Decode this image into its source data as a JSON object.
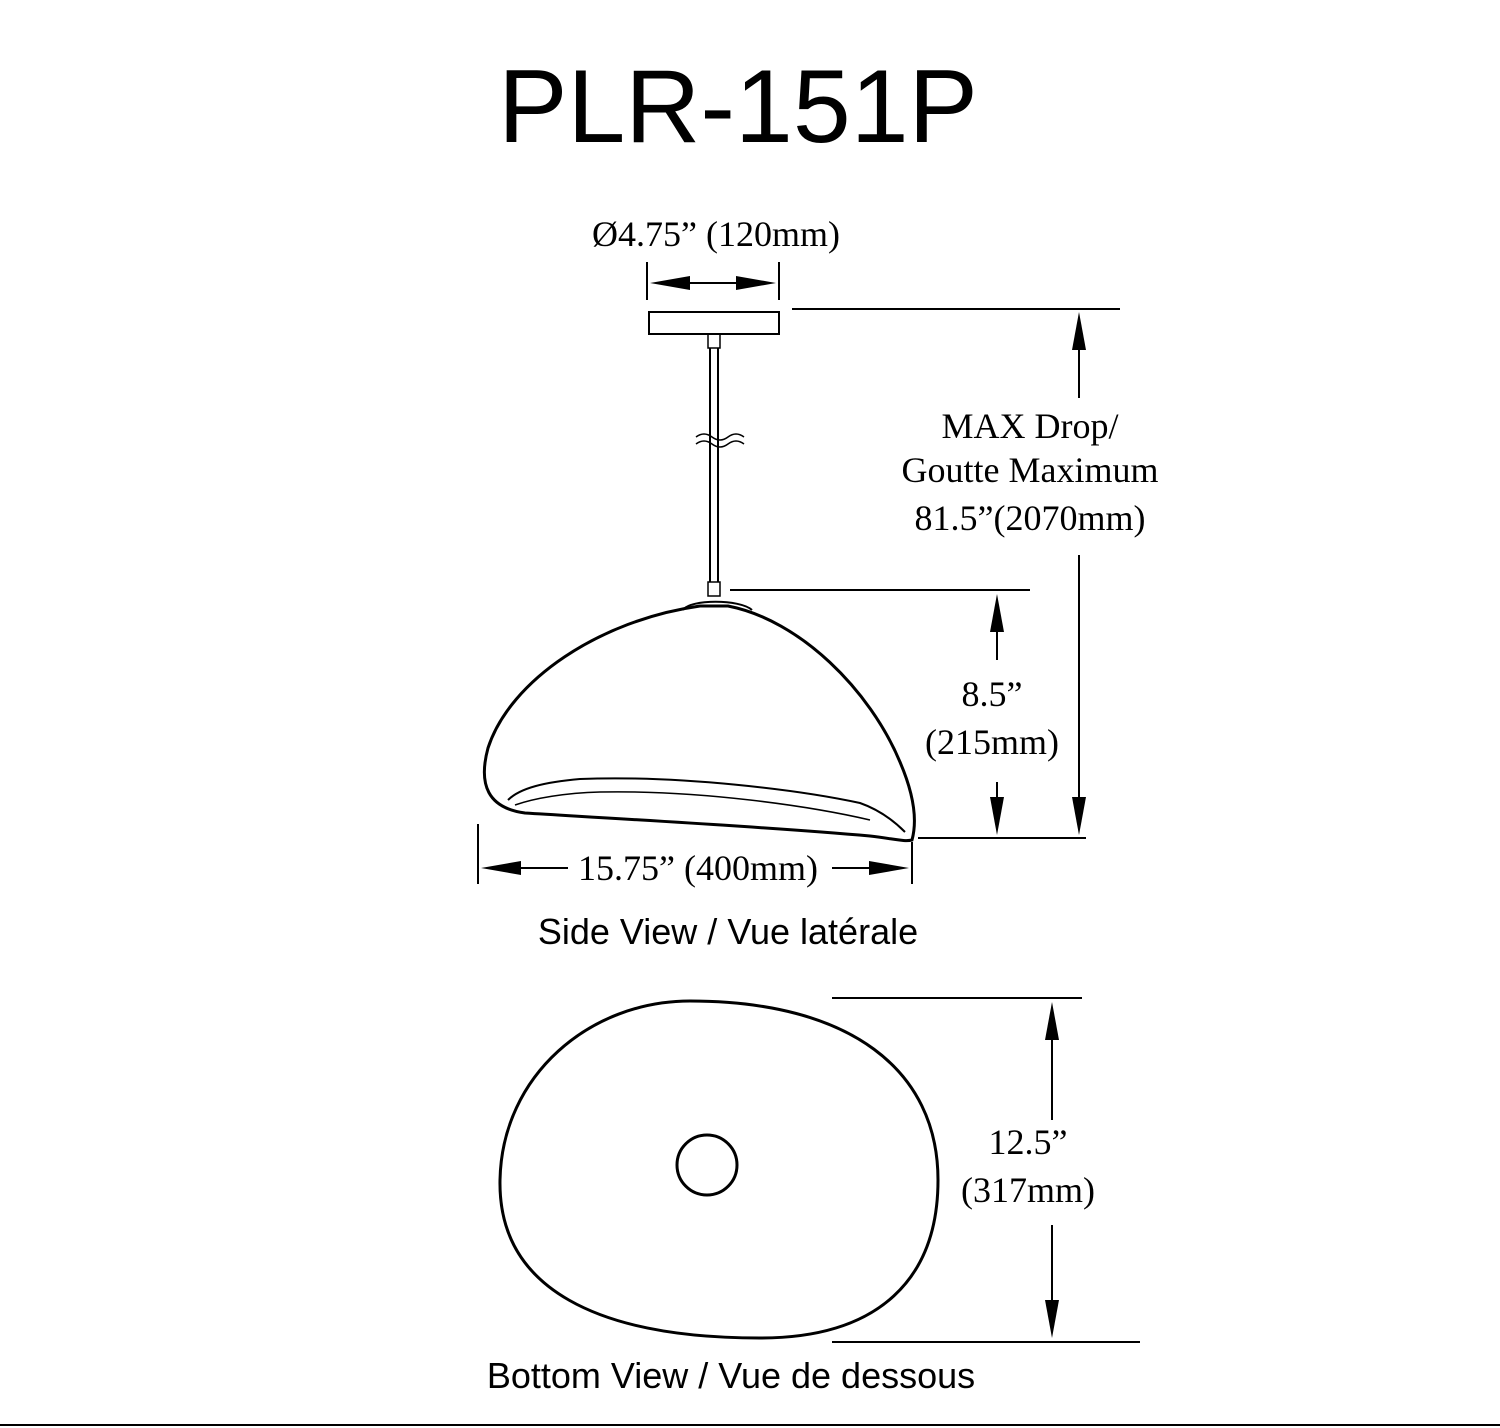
{
  "title": "PLR-151P",
  "side_view": {
    "label": "Side View / Vue latérale",
    "canopy_diameter": "Ø4.75” (120mm)",
    "max_drop": {
      "line1": "MAX Drop/",
      "line2": "Goutte Maximum",
      "line3": "81.5”(2070mm)"
    },
    "shade_height": {
      "line1": "8.5”",
      "line2": "(215mm)"
    },
    "shade_width": "15.75” (400mm)"
  },
  "bottom_view": {
    "label": "Bottom View / Vue de dessous",
    "depth": {
      "line1": "12.5”",
      "line2": "(317mm)"
    }
  },
  "colors": {
    "line": "#000000",
    "background": "#ffffff"
  }
}
